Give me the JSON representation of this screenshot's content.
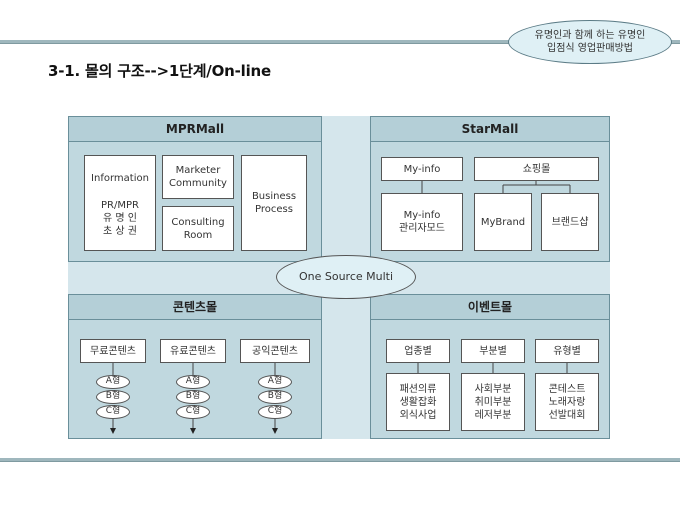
{
  "badge": {
    "line1": "유명인과 함께 하는 유명인",
    "line2": "입점식 영업판매방법"
  },
  "title": "3-1. 몰의 구조-->1단계/On-line",
  "center_label": "One Source Multi",
  "mprmall": {
    "header": "MPRMall",
    "information": "Information",
    "pr_line1": "PR/MPR",
    "pr_line2": "유 명 인",
    "pr_line3": "초 상 권",
    "marketer": "Marketer Community",
    "consulting": "Consulting Room",
    "business": "Business Process"
  },
  "starmall": {
    "header": "StarMall",
    "myinfo": "My-info",
    "shoppingmall": "쇼핑몰",
    "myinfo_manage_1": "My-info",
    "myinfo_manage_2": "관리자모드",
    "mybrand": "MyBrand",
    "brandshop": "브랜드샵"
  },
  "contents": {
    "header": "콘텐츠몰",
    "columns": [
      {
        "label": "무료콘텐츠",
        "types": [
          "A형",
          "B형",
          "C형"
        ]
      },
      {
        "label": "유료콘텐츠",
        "types": [
          "A형",
          "B형",
          "C형"
        ]
      },
      {
        "label": "공익콘텐츠",
        "types": [
          "A형",
          "B형",
          "C형"
        ]
      }
    ]
  },
  "event": {
    "header": "이벤트몰",
    "categories": [
      {
        "label": "업종별",
        "lines": [
          "패션의류",
          "생활잡화",
          "외식사업"
        ]
      },
      {
        "label": "부분별",
        "lines": [
          "사회부분",
          "취미부분",
          "레저부분"
        ]
      },
      {
        "label": "유형별",
        "lines": [
          "콘테스트",
          "노래자랑",
          "선발대회"
        ]
      }
    ]
  }
}
